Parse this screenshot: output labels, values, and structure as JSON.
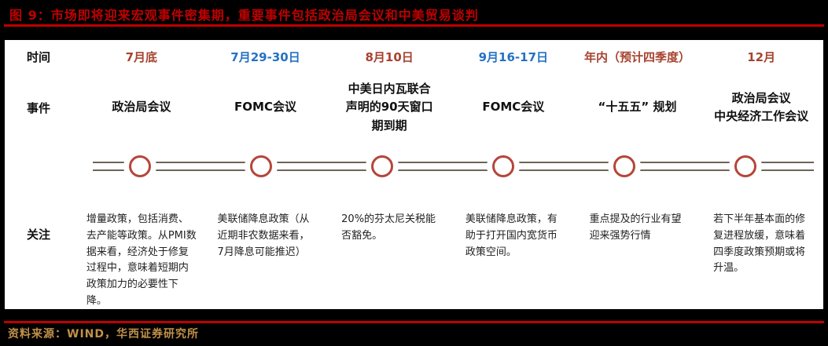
{
  "title": "图 9：市场即将迎来宏观事件密集期，重要事件包括政治局会议和中美贸易谈判",
  "source": "资料来源：WIND，华西证券研究所",
  "row_labels": {
    "time": "时间",
    "event": "事件",
    "focus": "关注"
  },
  "colors": {
    "background": "#000000",
    "accent_red": "#C00000",
    "time_red": "#A6432F",
    "time_blue": "#2472C4",
    "timeline_line": "#6E6455",
    "timeline_node": "#B4463A",
    "source_gold": "#C29049",
    "panel_white": "#FFFFFF"
  },
  "columns": [
    {
      "time": "7月底",
      "time_color": "#A6432F",
      "event": "政治局会议",
      "focus": "增量政策，包括消费、去产能等政策。从PMI数据来看，经济处于修复过程中，意味着短期内政策加力的必要性下降。"
    },
    {
      "time": "7月29-30日",
      "time_color": "#2472C4",
      "event": "FOMC会议",
      "focus": "美联储降息政策（从近期非农数据来看，7月降息可能推迟）"
    },
    {
      "time": "8月10日",
      "time_color": "#A6432F",
      "event": "中美日内瓦联合声明的90天窗口期到期",
      "focus": "20%的芬太尼关税能否豁免。"
    },
    {
      "time": "9月16-17日",
      "time_color": "#2472C4",
      "event": "FOMC会议",
      "focus": "美联储降息政策，有助于打开国内宽货币政策空间。"
    },
    {
      "time": "年内（预计四季度）",
      "time_color": "#A6432F",
      "event": "“十五五” 规划",
      "focus": "重点提及的行业有望迎来强势行情"
    },
    {
      "time": "12月",
      "time_color": "#A6432F",
      "event": "政治局会议\n中央经济工作会议",
      "focus": "若下半年基本面的修复进程放缓，意味着四季度政策预期或将升温。"
    }
  ]
}
